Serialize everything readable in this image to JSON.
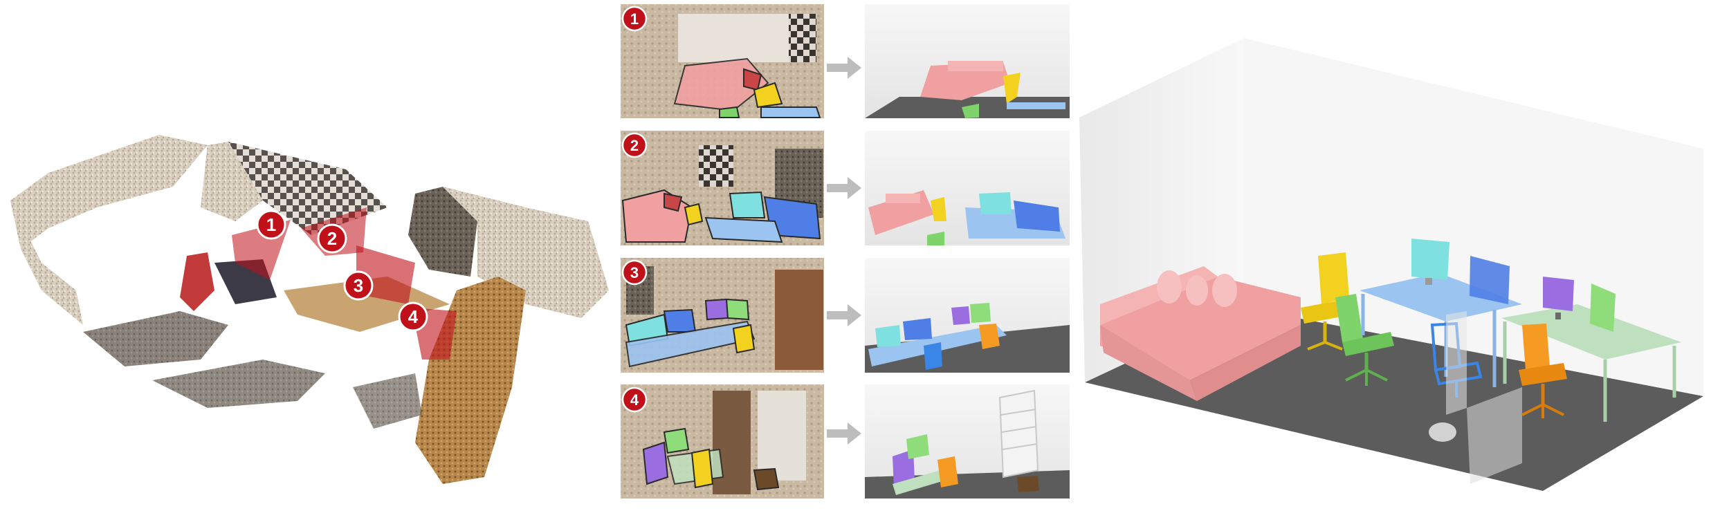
{
  "figure": {
    "pointcloud_markers": [
      {
        "label": "1"
      },
      {
        "label": "2"
      },
      {
        "label": "3"
      },
      {
        "label": "4"
      }
    ],
    "rows": [
      {
        "label": "1"
      },
      {
        "label": "2"
      },
      {
        "label": "3"
      },
      {
        "label": "4"
      }
    ]
  },
  "colors": {
    "marker_red": "#c0101a",
    "sofa": "#f0a0a0",
    "chair_yellow": "#f2d21e",
    "chair_green": "#7ed36a",
    "chair_blue": "#3a86e6",
    "chair_orange": "#f59a22",
    "monitor_cyan": "#7fe0e0",
    "monitor_blue": "#4f7fe6",
    "monitor_purple": "#9a6ee0",
    "monitor_green": "#8fdc7a",
    "desk_blue": "#9cc4f0",
    "desk_green": "#bfe0bf",
    "floor": "#5c5c5c",
    "wall": "#f2f2f2",
    "arrow": "#bdbdbd"
  },
  "icons": [
    "arrow-right-icon"
  ]
}
